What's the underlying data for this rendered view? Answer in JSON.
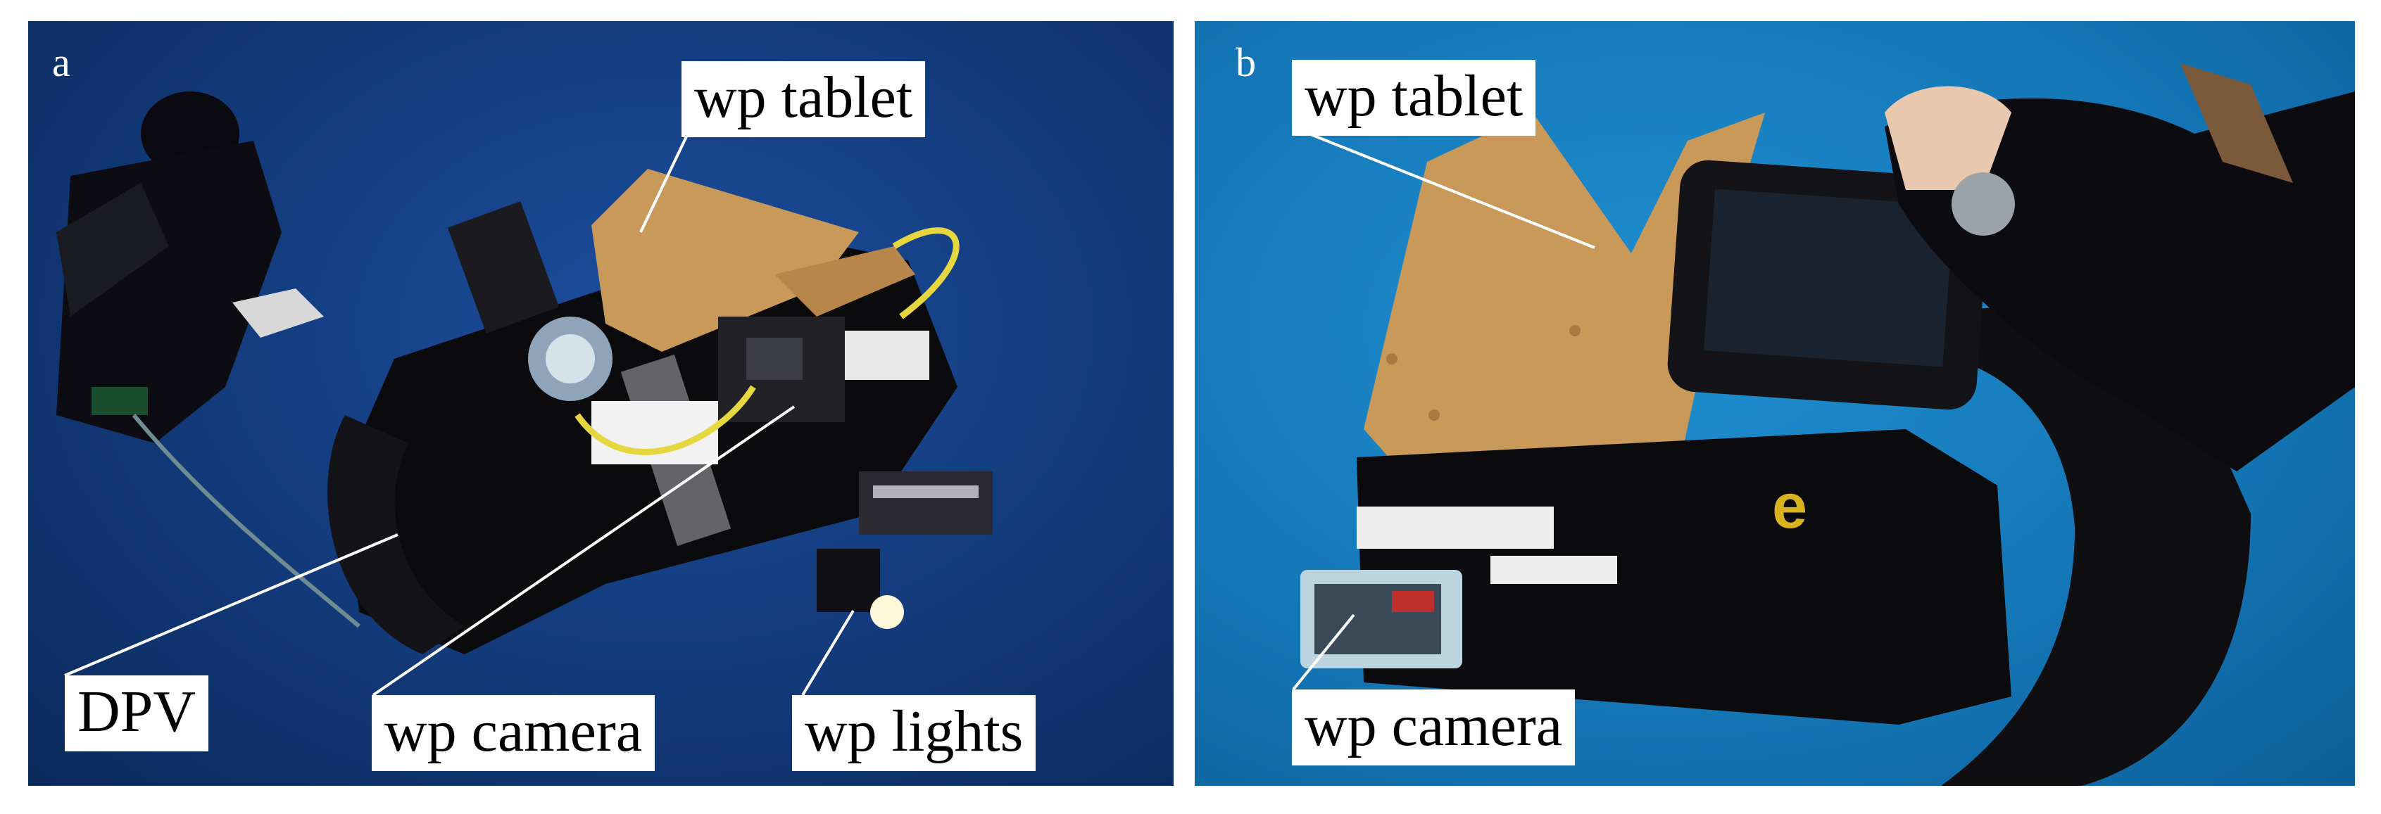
{
  "panels": [
    {
      "letter": "a",
      "labels": {
        "tablet": "wp tablet",
        "dpv": "DPV",
        "camera": "wp camera",
        "lights": "wp lights"
      }
    },
    {
      "letter": "b",
      "labels": {
        "tablet": "wp tablet",
        "camera": "wp camera"
      }
    }
  ],
  "colors": {
    "water_a": "#143d80",
    "water_b": "#1578b8",
    "wood": "#c9995a",
    "dpv_body": "#0b0b0d",
    "label_bg": "#ffffff",
    "label_text": "#000000"
  }
}
